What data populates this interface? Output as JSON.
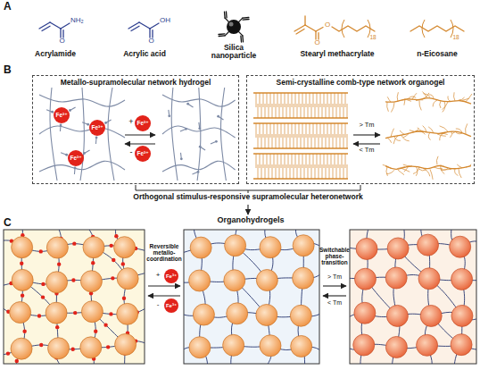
{
  "diagram": {
    "nodes": [
      {
        "text": [
          "Metallo-supramolecular network hydrogel"
        ]
      },
      {
        "text": [
          "Fe³⁺"
        ],
        "in": 0
      },
      {
        "text": [
          "Fe³⁺"
        ],
        "in": 0
      },
      {
        "text": [
          "Fe³⁺"
        ],
        "in": 0
      },
      {
        "text": [
          "Fe³⁺"
        ],
        "in": 0
      },
      {
        "text": [
          "Fe³⁺"
        ],
        "in": 0
      },
      {
        "text": [
          "Semi-crystalline comb-type network organogel"
        ]
      },
      {
        "text": [
          "Fe³⁺"
        ]
      },
      {
        "text": [
          "Fe³⁺"
        ]
      }
    ],
    "labels": [
      "A",
      "NH₂",
      "O",
      "Acrylamide",
      "O",
      "OH",
      "Acrylic acid",
      "Silica nanoparticle",
      "O",
      "O",
      "18",
      "Stearyl methacrylate",
      "18",
      "n-Eicosane",
      "B",
      "+",
      "-",
      "> Tm",
      "< Tm",
      "Orthogonal stimulus-responsive supramolecular heteronetwork",
      "Organohydrogels",
      "C",
      "Reversible metallo-coordination",
      "+",
      "-",
      "Switchable phase-transition",
      "> Tm",
      "< Tm"
    ]
  }
}
